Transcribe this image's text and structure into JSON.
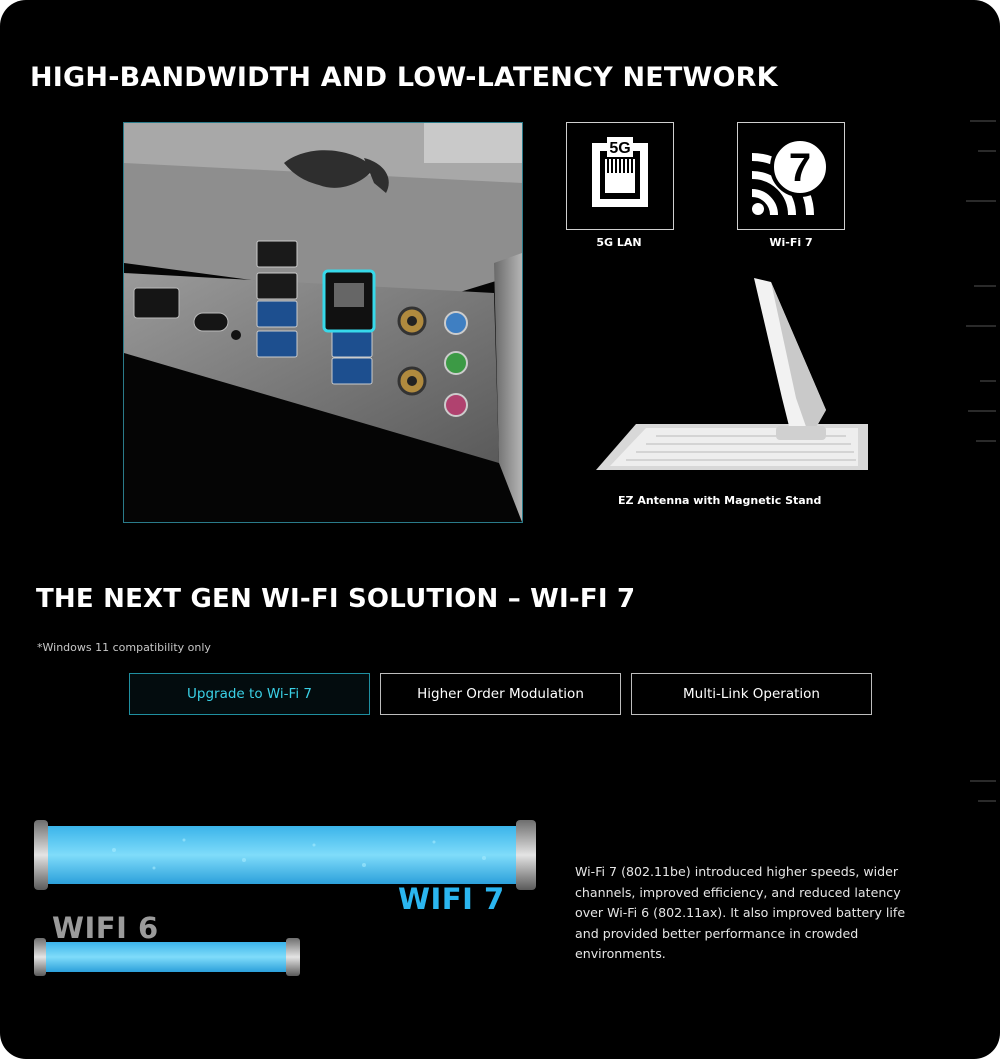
{
  "section1": {
    "title": "HIGH-BANDWIDTH AND LOW-LATENCY NETWORK",
    "icons": [
      {
        "name": "lan-port-icon",
        "badge": "5G",
        "label": "5G LAN"
      },
      {
        "name": "wifi-7-icon",
        "badge": "7",
        "label": "Wi-Fi 7"
      }
    ],
    "antenna_caption": "EZ Antenna with Magnetic Stand"
  },
  "section2": {
    "title": "THE NEXT GEN WI-FI SOLUTION – WI-FI 7",
    "note": "*Windows 11 compatibility only",
    "tabs": [
      {
        "label": "Upgrade to Wi-Fi 7",
        "active": true
      },
      {
        "label": "Higher Order Modulation",
        "active": false
      },
      {
        "label": "Multi-Link Operation",
        "active": false
      }
    ],
    "wifi7_label": "WIFI 7",
    "wifi6_label": "WIFI 6",
    "description": "Wi-Fi 7 (802.11be) introduced higher speeds, wider channels, improved efficiency, and reduced latency over Wi-Fi 6 (802.11ax). It also improved battery life and provided better performance in crowded environments."
  },
  "colors": {
    "accent_cyan": "#3ad1e6",
    "wifi7_blue": "#2bb6f0",
    "tube_blue": "#5fd0f6",
    "background": "#000000"
  }
}
